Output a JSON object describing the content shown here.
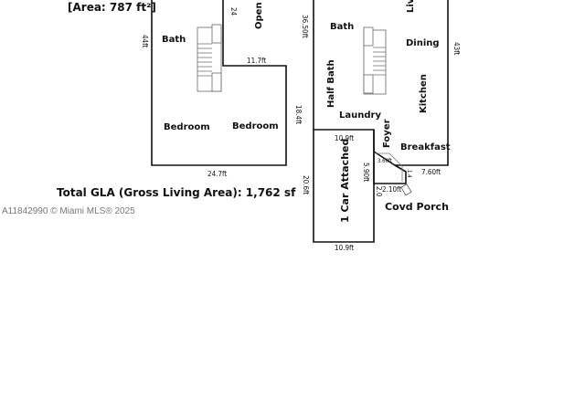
{
  "area_label": "[Area: 787 ft²]",
  "left_unit": {
    "dim_top_right": "24",
    "dim_left": "44ft",
    "dim_step": "11.7ft",
    "dim_right": "18.4ft",
    "dim_bottom": "24.7ft",
    "open_label": "Open t",
    "rooms": {
      "bath": "Bath",
      "bedroom1": "Bedroom",
      "bedroom2": "Bedroom"
    }
  },
  "right_unit": {
    "dim_left": "36.50ft",
    "dim_right": "43ft",
    "dim_garage_top": "10.9ft",
    "dim_garage_left": "20.6ft",
    "dim_garage_right": "5.90ft",
    "dim_garage_bottom": "10.9ft",
    "dim_porch_a": "3.60ft",
    "dim_porch_b": "1.4",
    "dim_porch_c": "7.60ft",
    "dim_porch_d": "2.10ft",
    "dim_porch_e": "2.0",
    "rooms": {
      "living": "Liv",
      "bath": "Bath",
      "dining": "Dining",
      "half_bath": "Half Bath",
      "kitchen": "Kitchen",
      "laundry": "Laundry",
      "foyer": "Foyer",
      "breakfast": "Breakfast",
      "garage": "1 Car Attached",
      "porch": "Covd Porch"
    }
  },
  "total_gla": "Total GLA (Gross Living Area): 1,762 sf",
  "watermark": "A11842990 © Miami MLS® 2025"
}
